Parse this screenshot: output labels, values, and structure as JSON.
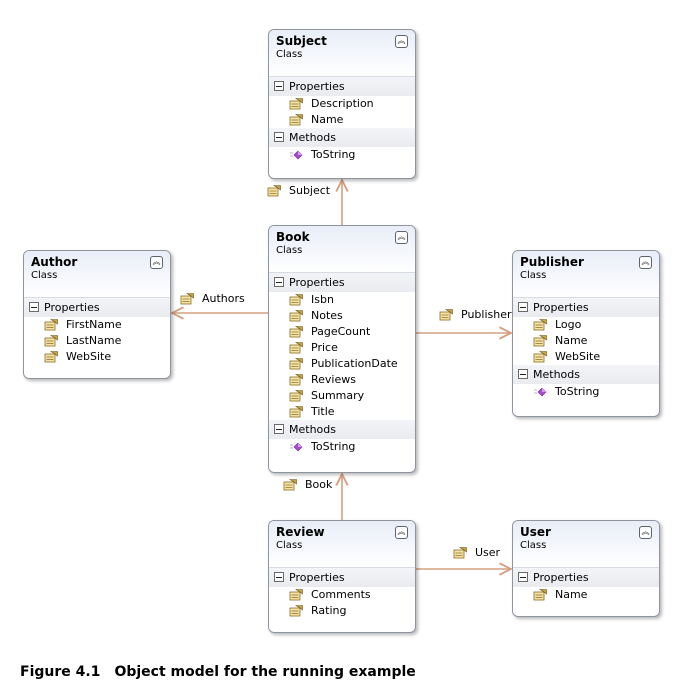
{
  "classes": [
    {
      "name": "Subject",
      "stereotype": "Class",
      "sections": [
        {
          "title": "Properties",
          "members": [
            {
              "name": "Description",
              "icon": "property-icon"
            },
            {
              "name": "Name",
              "icon": "property-icon"
            }
          ]
        },
        {
          "title": "Methods",
          "members": [
            {
              "name": "ToString",
              "icon": "method-icon"
            }
          ]
        }
      ]
    },
    {
      "name": "Book",
      "stereotype": "Class",
      "sections": [
        {
          "title": "Properties",
          "members": [
            {
              "name": "Isbn",
              "icon": "property-icon"
            },
            {
              "name": "Notes",
              "icon": "property-icon"
            },
            {
              "name": "PageCount",
              "icon": "property-icon"
            },
            {
              "name": "Price",
              "icon": "property-icon"
            },
            {
              "name": "PublicationDate",
              "icon": "property-icon"
            },
            {
              "name": "Reviews",
              "icon": "property-icon"
            },
            {
              "name": "Summary",
              "icon": "property-icon"
            },
            {
              "name": "Title",
              "icon": "property-icon"
            }
          ]
        },
        {
          "title": "Methods",
          "members": [
            {
              "name": "ToString",
              "icon": "method-icon"
            }
          ]
        }
      ]
    },
    {
      "name": "Author",
      "stereotype": "Class",
      "sections": [
        {
          "title": "Properties",
          "members": [
            {
              "name": "FirstName",
              "icon": "property-icon"
            },
            {
              "name": "LastName",
              "icon": "property-icon"
            },
            {
              "name": "WebSite",
              "icon": "property-icon"
            }
          ]
        }
      ]
    },
    {
      "name": "Publisher",
      "stereotype": "Class",
      "sections": [
        {
          "title": "Properties",
          "members": [
            {
              "name": "Logo",
              "icon": "property-icon"
            },
            {
              "name": "Name",
              "icon": "property-icon"
            },
            {
              "name": "WebSite",
              "icon": "property-icon"
            }
          ]
        },
        {
          "title": "Methods",
          "members": [
            {
              "name": "ToString",
              "icon": "method-icon"
            }
          ]
        }
      ]
    },
    {
      "name": "Review",
      "stereotype": "Class",
      "sections": [
        {
          "title": "Properties",
          "members": [
            {
              "name": "Comments",
              "icon": "property-icon"
            },
            {
              "name": "Rating",
              "icon": "property-icon"
            }
          ]
        }
      ]
    },
    {
      "name": "User",
      "stereotype": "Class",
      "sections": [
        {
          "title": "Properties",
          "members": [
            {
              "name": "Name",
              "icon": "property-icon"
            }
          ]
        }
      ]
    }
  ],
  "associations": [
    {
      "from": "Book",
      "to": "Subject",
      "label": "Subject"
    },
    {
      "from": "Book",
      "to": "Author",
      "label": "Authors"
    },
    {
      "from": "Book",
      "to": "Publisher",
      "label": "Publisher"
    },
    {
      "from": "Review",
      "to": "Book",
      "label": "Book"
    },
    {
      "from": "Review",
      "to": "User",
      "label": "User"
    }
  ],
  "colors": {
    "connector": "#d4a081",
    "box_border": "#8f959e",
    "property_icon": "#c9a24a",
    "method_icon": "#a84bd1"
  },
  "caption": {
    "number": "Figure 4.1",
    "text": "Object model for the running example"
  }
}
